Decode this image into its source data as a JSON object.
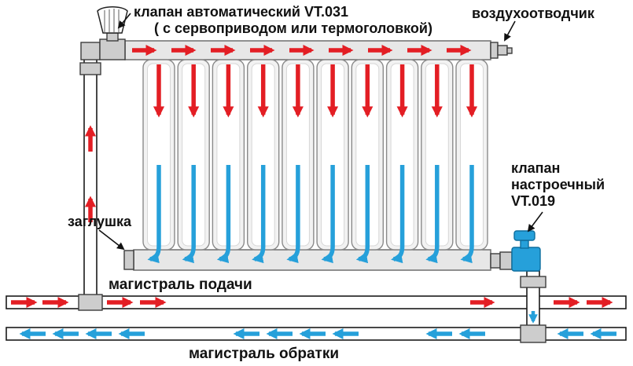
{
  "diagram": {
    "type": "radiator-heating-piping-scheme",
    "sections_count": 10
  },
  "labels": {
    "valve_auto_line1": "клапан автоматический VT.031",
    "valve_auto_line2": "( с сервоприводом или термоголовкой)",
    "air_vent": "воздухоотводчик",
    "valve_setting_line1": "клапан",
    "valve_setting_line2": "настроечный",
    "valve_setting_line3": "VT.019",
    "plug": "заглушка",
    "supply_main": "магистраль подачи",
    "return_main": "магистраль обратки"
  },
  "colors": {
    "hot": "#e31e24",
    "cold": "#26a0da",
    "pipe": "#1a1a1a",
    "fitting": "#cdcdcd",
    "radiator": "#f2f2f2"
  }
}
